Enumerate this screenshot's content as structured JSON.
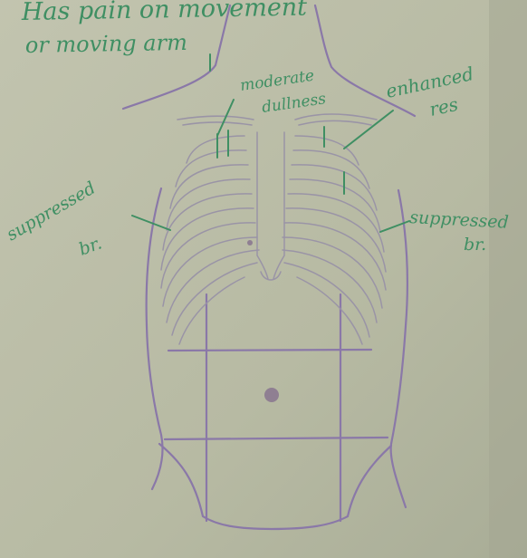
{
  "diagram": {
    "colors": {
      "paper": "#b9bca6",
      "ink_outline": "#8a78a8",
      "ink_ribs": "#9a94a6",
      "ink_notes": "#3f8f63",
      "umbilicus": "#8f7f92"
    },
    "annotations": {
      "top_line_1": "Has pain on movement",
      "top_line_2": "or moving arm",
      "dullness_line_1": "moderate",
      "dullness_line_2": "dullness",
      "sounds_line_1": "enhanced",
      "sounds_line_2": "res",
      "left_suppressed_1": "suppressed",
      "left_suppressed_2": "br.",
      "right_suppressed_1": "suppressed",
      "right_suppressed_2": "br."
    }
  }
}
